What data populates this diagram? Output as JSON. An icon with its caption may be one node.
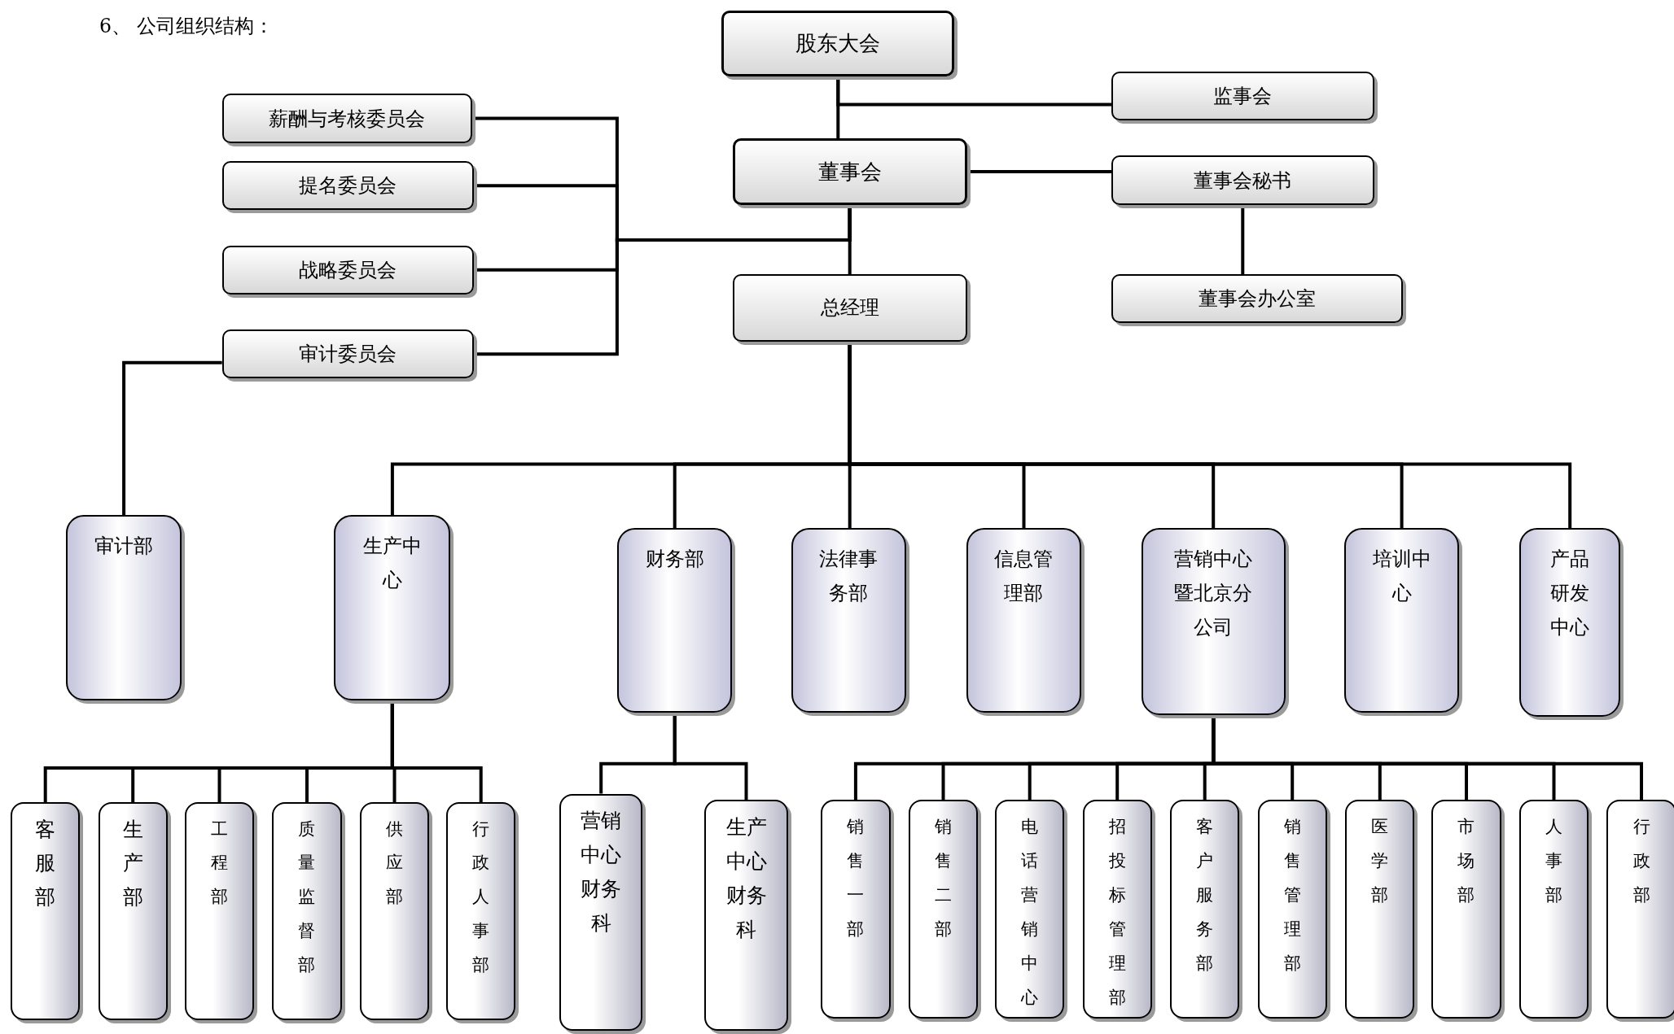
{
  "diagram": {
    "title": "6、 公司组织结构：",
    "nodes": [
      {
        "text": [
          "股东大会"
        ]
      },
      {
        "text": [
          "监事会"
        ]
      },
      {
        "text": [
          "薪酬与考核委员会"
        ]
      },
      {
        "text": [
          "董事会"
        ]
      },
      {
        "text": [
          "董事会秘书"
        ]
      },
      {
        "text": [
          "提名委员会"
        ]
      },
      {
        "text": [
          "战略委员会"
        ]
      },
      {
        "text": [
          "总经理"
        ]
      },
      {
        "text": [
          "董事会办公室"
        ]
      },
      {
        "text": [
          "审计委员会"
        ]
      },
      {
        "text": [
          "审计部"
        ]
      },
      {
        "text": [
          "生产中心"
        ]
      },
      {
        "text": [
          "财务部"
        ]
      },
      {
        "text": [
          "法律事务部"
        ]
      },
      {
        "text": [
          "信息管理部"
        ]
      },
      {
        "text": [
          "营销中心暨北京分公司"
        ]
      },
      {
        "text": [
          "培训中心"
        ]
      },
      {
        "text": [
          "产品研发中心"
        ]
      },
      {
        "text": [
          "客服部"
        ]
      },
      {
        "text": [
          "生产部"
        ]
      },
      {
        "text": [
          "工程部"
        ]
      },
      {
        "text": [
          "质量监督部"
        ]
      },
      {
        "text": [
          "供应部"
        ]
      },
      {
        "text": [
          "行政人事部"
        ]
      },
      {
        "text": [
          "营销中心财务科"
        ]
      },
      {
        "text": [
          "生产中心财务科"
        ]
      },
      {
        "text": [
          "销售一部"
        ]
      },
      {
        "text": [
          "销售二部"
        ]
      },
      {
        "text": [
          "电话营销中心"
        ]
      },
      {
        "text": [
          "招投标管理部"
        ]
      },
      {
        "text": [
          "客户服务部"
        ]
      },
      {
        "text": [
          "销售管理部"
        ]
      },
      {
        "text": [
          "医学部"
        ]
      },
      {
        "text": [
          "市场部"
        ]
      },
      {
        "text": [
          "人事部"
        ]
      },
      {
        "text": [
          "行政部"
        ]
      }
    ],
    "edges": [
      {
        "from": 0,
        "to": 1,
        "arrow": "none"
      },
      {
        "from": 0,
        "to": 3,
        "arrow": "none"
      },
      {
        "from": 3,
        "to": 4,
        "arrow": "none"
      },
      {
        "from": 4,
        "to": 8,
        "arrow": "none"
      },
      {
        "from": 3,
        "to": 7,
        "arrow": "none"
      },
      {
        "from": 3,
        "to": 2,
        "arrow": "none"
      },
      {
        "from": 3,
        "to": 5,
        "arrow": "none"
      },
      {
        "from": 3,
        "to": 6,
        "arrow": "none"
      },
      {
        "from": 3,
        "to": 9,
        "arrow": "none"
      },
      {
        "from": 9,
        "to": 10,
        "arrow": "none"
      },
      {
        "from": 7,
        "to": 11,
        "arrow": "none"
      },
      {
        "from": 7,
        "to": 12,
        "arrow": "none"
      },
      {
        "from": 7,
        "to": 13,
        "arrow": "none"
      },
      {
        "from": 7,
        "to": 14,
        "arrow": "none"
      },
      {
        "from": 7,
        "to": 15,
        "arrow": "none"
      },
      {
        "from": 7,
        "to": 16,
        "arrow": "none"
      },
      {
        "from": 7,
        "to": 17,
        "arrow": "none"
      },
      {
        "from": 11,
        "to": 18,
        "arrow": "none"
      },
      {
        "from": 11,
        "to": 19,
        "arrow": "none"
      },
      {
        "from": 11,
        "to": 20,
        "arrow": "none"
      },
      {
        "from": 11,
        "to": 21,
        "arrow": "none"
      },
      {
        "from": 11,
        "to": 22,
        "arrow": "none"
      },
      {
        "from": 11,
        "to": 23,
        "arrow": "none"
      },
      {
        "from": 12,
        "to": 24,
        "arrow": "none"
      },
      {
        "from": 12,
        "to": 25,
        "arrow": "none"
      },
      {
        "from": 15,
        "to": 26,
        "arrow": "none"
      },
      {
        "from": 15,
        "to": 27,
        "arrow": "none"
      },
      {
        "from": 15,
        "to": 28,
        "arrow": "none"
      },
      {
        "from": 15,
        "to": 29,
        "arrow": "none"
      },
      {
        "from": 15,
        "to": 30,
        "arrow": "none"
      },
      {
        "from": 15,
        "to": 31,
        "arrow": "none"
      },
      {
        "from": 15,
        "to": 32,
        "arrow": "none"
      },
      {
        "from": 15,
        "to": 33,
        "arrow": "none"
      },
      {
        "from": 15,
        "to": 34,
        "arrow": "none"
      },
      {
        "from": 15,
        "to": 35,
        "arrow": "none"
      }
    ]
  }
}
